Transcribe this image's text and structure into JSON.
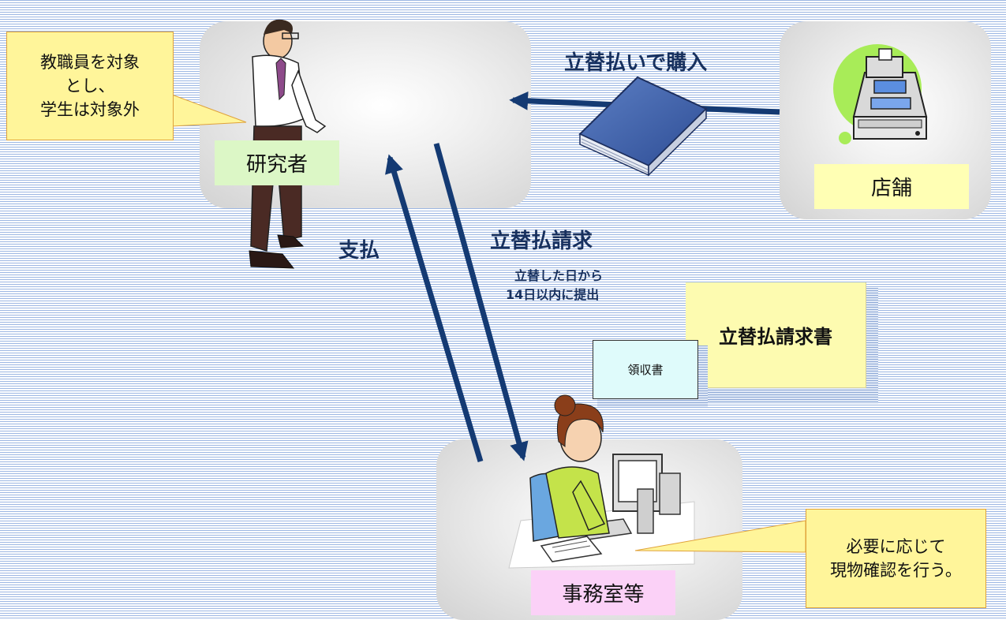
{
  "nodes": {
    "researcher": {
      "label": "研究者"
    },
    "store": {
      "label": "店舗"
    },
    "office": {
      "label": "事務室等"
    }
  },
  "callouts": {
    "staff_only": "教職員を対象\nとし、\n学生は対象外",
    "inspection": "必要に応じて\n現物確認を行う。"
  },
  "flows": {
    "purchase": "立替払いで購入",
    "claim": "立替払請求",
    "claim_note_line1": "立替した日から",
    "claim_note_line2": "14日以内に提出",
    "payment": "支払"
  },
  "documents": {
    "claim_form": "立替払請求書",
    "receipt": "領収書"
  },
  "colors": {
    "arrow": "#143a73",
    "researcher_label_bg": "#dcf7c6",
    "store_label_bg": "#ffffb4",
    "office_label_bg": "#fbd1f7",
    "callout_bg": "#fff59a",
    "claim_form_bg": "#fdfbb0",
    "receipt_bg": "#dffbfb"
  },
  "icons": [
    "researcher-figure",
    "book-icon",
    "cash-register-icon",
    "office-worker-figure"
  ]
}
